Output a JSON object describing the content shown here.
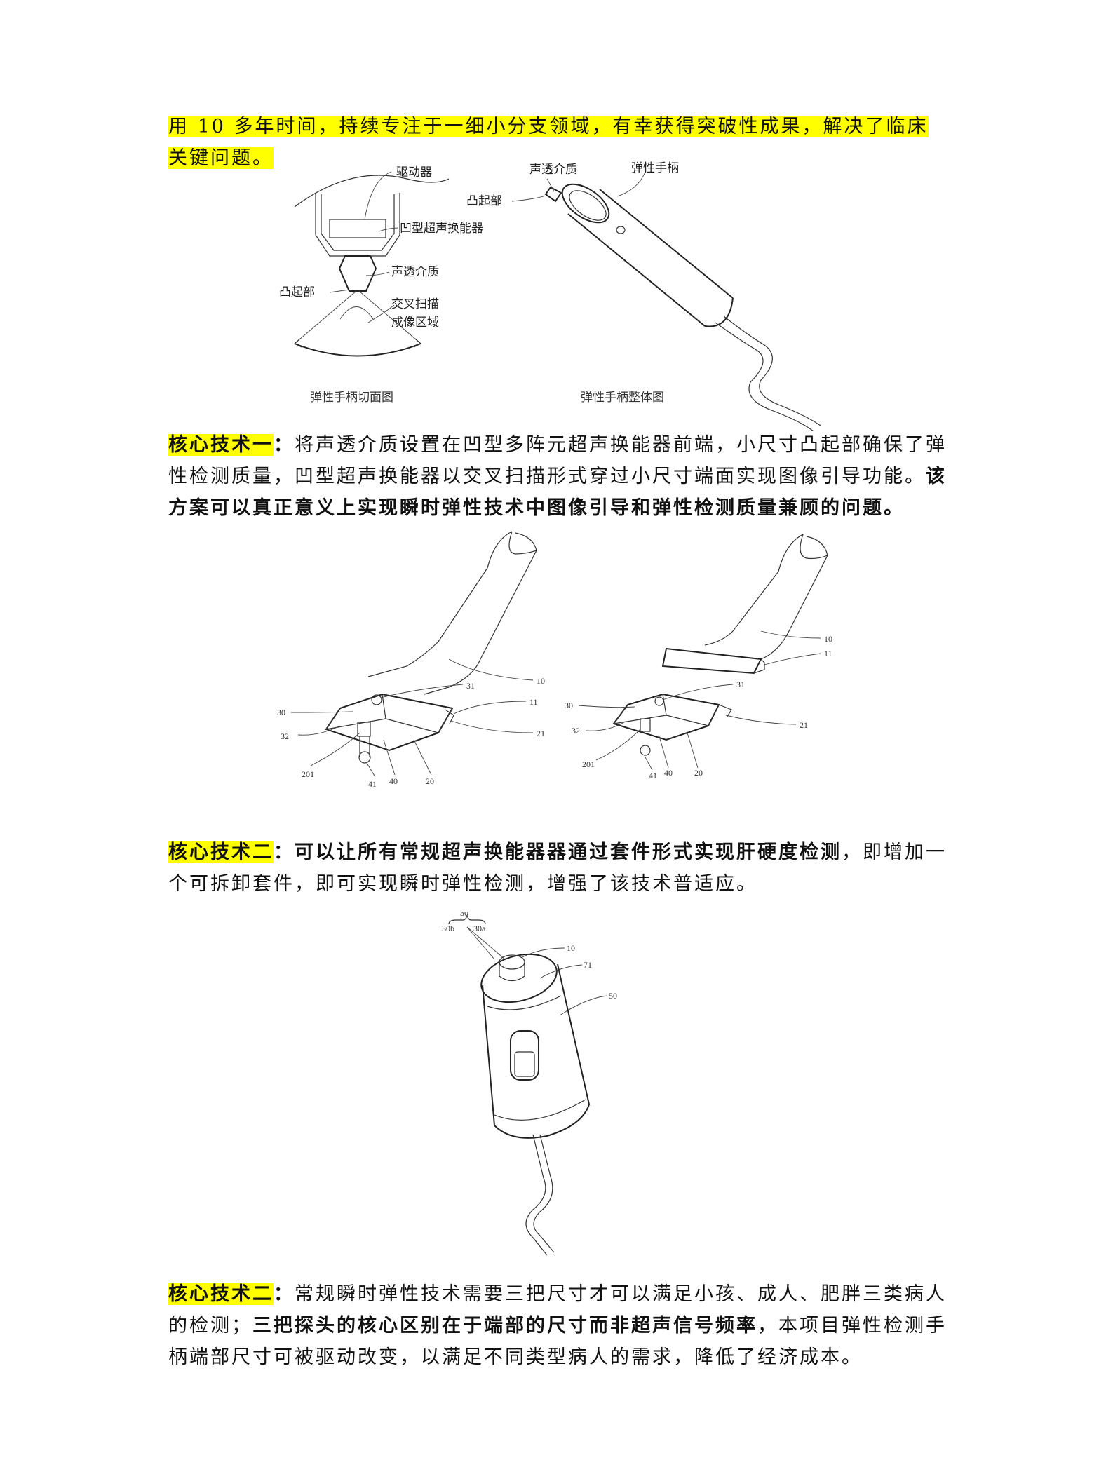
{
  "intro": "用 10 多年时间，持续专注于一细小分支领域，有幸获得突破性成果，解决了临床关键问题。",
  "figure1": {
    "left_labels": {
      "driver": "驱动器",
      "transducer": "凹型超声换能器",
      "medium": "声透介质",
      "bump": "凸起部",
      "scan": "交叉扫描",
      "imaging": "成像区域"
    },
    "left_caption": "弹性手柄切面图",
    "right_labels": {
      "medium": "声透介质",
      "handle": "弹性手柄",
      "bump": "凸起部"
    },
    "right_caption": "弹性手柄整体图"
  },
  "section1": {
    "heading": "核心技术一",
    "colon": "：",
    "normal": "将声透介质设置在凹型多阵元超声换能器前端，小尺寸凸起部确保了弹性检测质量，凹型超声换能器以交叉扫描形式穿过小尺寸端面实现图像引导功能。",
    "bold": "该方案可以真正意义上实现瞬时弹性技术中图像引导和弹性检测质量兼顾的问题。"
  },
  "figure2": {
    "left_numbers": [
      "10",
      "31",
      "11",
      "21",
      "30",
      "32",
      "201",
      "41",
      "40",
      "20"
    ],
    "right_numbers": [
      "10",
      "11",
      "31",
      "21",
      "30",
      "32",
      "201",
      "41",
      "40",
      "20"
    ]
  },
  "section2": {
    "heading": "核心技术二",
    "colon": "：",
    "bold": "可以让所有常规超声换能器器通过套件形式实现肝硬度检测",
    "normal": "，即增加一个可拆卸套件，即可实现瞬时弹性检测，增强了该技术普适应。"
  },
  "figure3": {
    "numbers": [
      "30",
      "30b",
      "30a",
      "10",
      "71",
      "50"
    ]
  },
  "section3": {
    "heading": "核心技术二",
    "colon": "：",
    "normal1": "常规瞬时弹性技术需要三把尺寸才可以满足小孩、成人、肥胖三类病人的检测；",
    "bold": "三把探头的核心区别在于端部的尺寸而非超声信号频率",
    "normal2": "，本项目弹性检测手柄端部尺寸可被驱动改变，以满足不同类型病人的需求，降低了经济成本。"
  },
  "colors": {
    "highlight": "#ffff00",
    "text": "#111111"
  }
}
